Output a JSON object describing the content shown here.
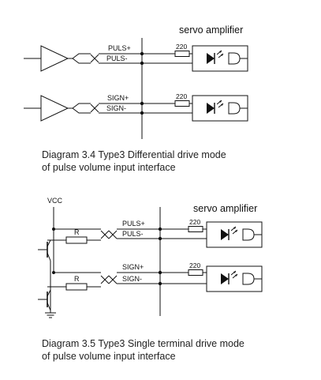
{
  "diagram_a": {
    "block_title": "servo amplifier",
    "labels": {
      "puls_plus": "PULS+",
      "puls_minus": "PULS-",
      "sign_plus": "SIGN+",
      "sign_minus": "SIGN-",
      "resistor_puls": "220",
      "resistor_sign": "220"
    },
    "caption_line1": "Diagram 3.4  Type3 Differential drive mode",
    "caption_line2": "of pulse volume input interface"
  },
  "diagram_b": {
    "vcc": "VCC",
    "block_title": "servo amplifier",
    "labels": {
      "puls_plus": "PULS+",
      "puls_minus": "PULS-",
      "sign_plus": "SIGN+",
      "sign_minus": "SIGN-",
      "r_puls": "R",
      "r_sign": "R",
      "resistor_puls": "220",
      "resistor_sign": "220"
    },
    "caption_line1": "Diagram 3.5  Type3  Single terminal drive mode",
    "caption_line2": "of pulse volume input interface"
  }
}
